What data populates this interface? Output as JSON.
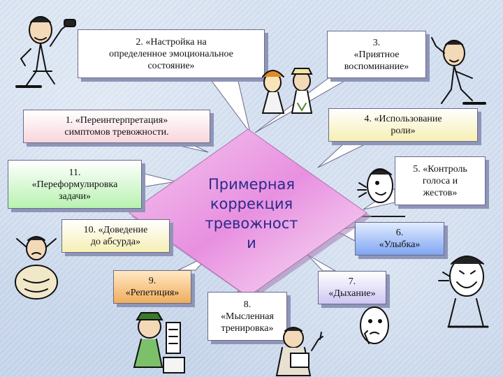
{
  "center": {
    "label": "Примерная\nкоррекция\nтревожност\nи"
  },
  "boxes": {
    "b1": {
      "line1": "1. «Переинтерпретация»",
      "line2": "симптомов тревожности."
    },
    "b2": {
      "line1": "2.   «Настройка на",
      "line2": "определенное эмоциональное",
      "line3": "состояние»"
    },
    "b3": {
      "line1": "3.",
      "line2": "«Приятное",
      "line3": "воспоминание»"
    },
    "b4": {
      "line1": "4.   «Использование",
      "line2": "роли»"
    },
    "b5": {
      "line1": "5.   «Контроль",
      "line2": "голоса и",
      "line3": "жестов»"
    },
    "b6": {
      "line1": "6.",
      "line2": "«Улыбка»"
    },
    "b7": {
      "line1": "7.",
      "line2": "«Дыхание»"
    },
    "b8": {
      "line1": "8.",
      "line2": "«Мысленная",
      "line3": "тренировка»"
    },
    "b9": {
      "line1": "9.",
      "line2": "«Репетиция»"
    },
    "b10": {
      "line1": "10.   «Доведение",
      "line2": "до абсурда»"
    },
    "b11": {
      "line1": "11.",
      "line2": "«Переформулировка",
      "line3": "задачи»"
    }
  },
  "cartoons": {
    "phone_man": "phone-man-icon",
    "couple": "couple-icon",
    "waving_man": "waving-man-icon",
    "talking_head": "talking-head-icon",
    "worried_man": "worried-man-icon",
    "laughing_man": "laughing-man-icon",
    "thinking_head": "thinking-head-icon",
    "reading_man": "reading-man-icon",
    "sign_man": "sign-man-icon"
  }
}
